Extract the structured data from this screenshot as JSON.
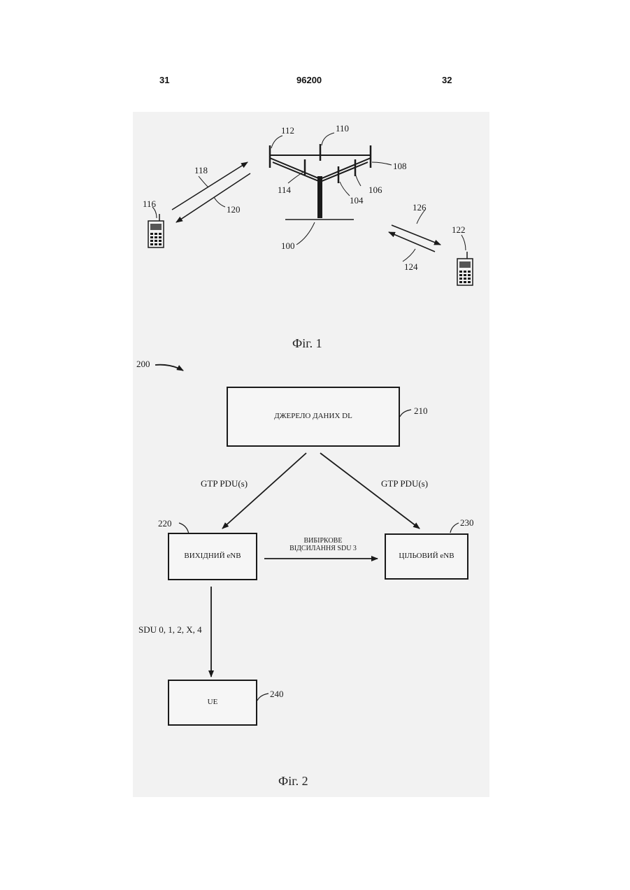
{
  "header": {
    "page_left": "31",
    "patent_number": "96200",
    "page_right": "32"
  },
  "fig1": {
    "caption": "Фіг. 1",
    "refs": {
      "r100": "100",
      "r104": "104",
      "r106": "106",
      "r108": "108",
      "r110": "110",
      "r112": "112",
      "r114": "114",
      "r116": "116",
      "r118": "118",
      "r120": "120",
      "r122": "122",
      "r124": "124",
      "r126": "126"
    }
  },
  "fig2": {
    "caption": "Фіг. 2",
    "ref_main": "200",
    "source": {
      "label": "ДЖЕРЕЛО ДАНИХ DL",
      "ref": "210"
    },
    "source_enb": {
      "label": "ВИХІДНИЙ eNB",
      "ref": "220"
    },
    "target_enb": {
      "label": "ЦІЛЬОВИЙ eNB",
      "ref": "230"
    },
    "ue": {
      "label": "UE",
      "ref": "240"
    },
    "gtp_left": "GTP PDU(s)",
    "gtp_right": "GTP PDU(s)",
    "forward_line1": "ВИБІРКОВЕ",
    "forward_line2": "ВІДСИЛАННЯ SDU 3",
    "sdu_label": "SDU 0, 1, 2, X, 4"
  }
}
